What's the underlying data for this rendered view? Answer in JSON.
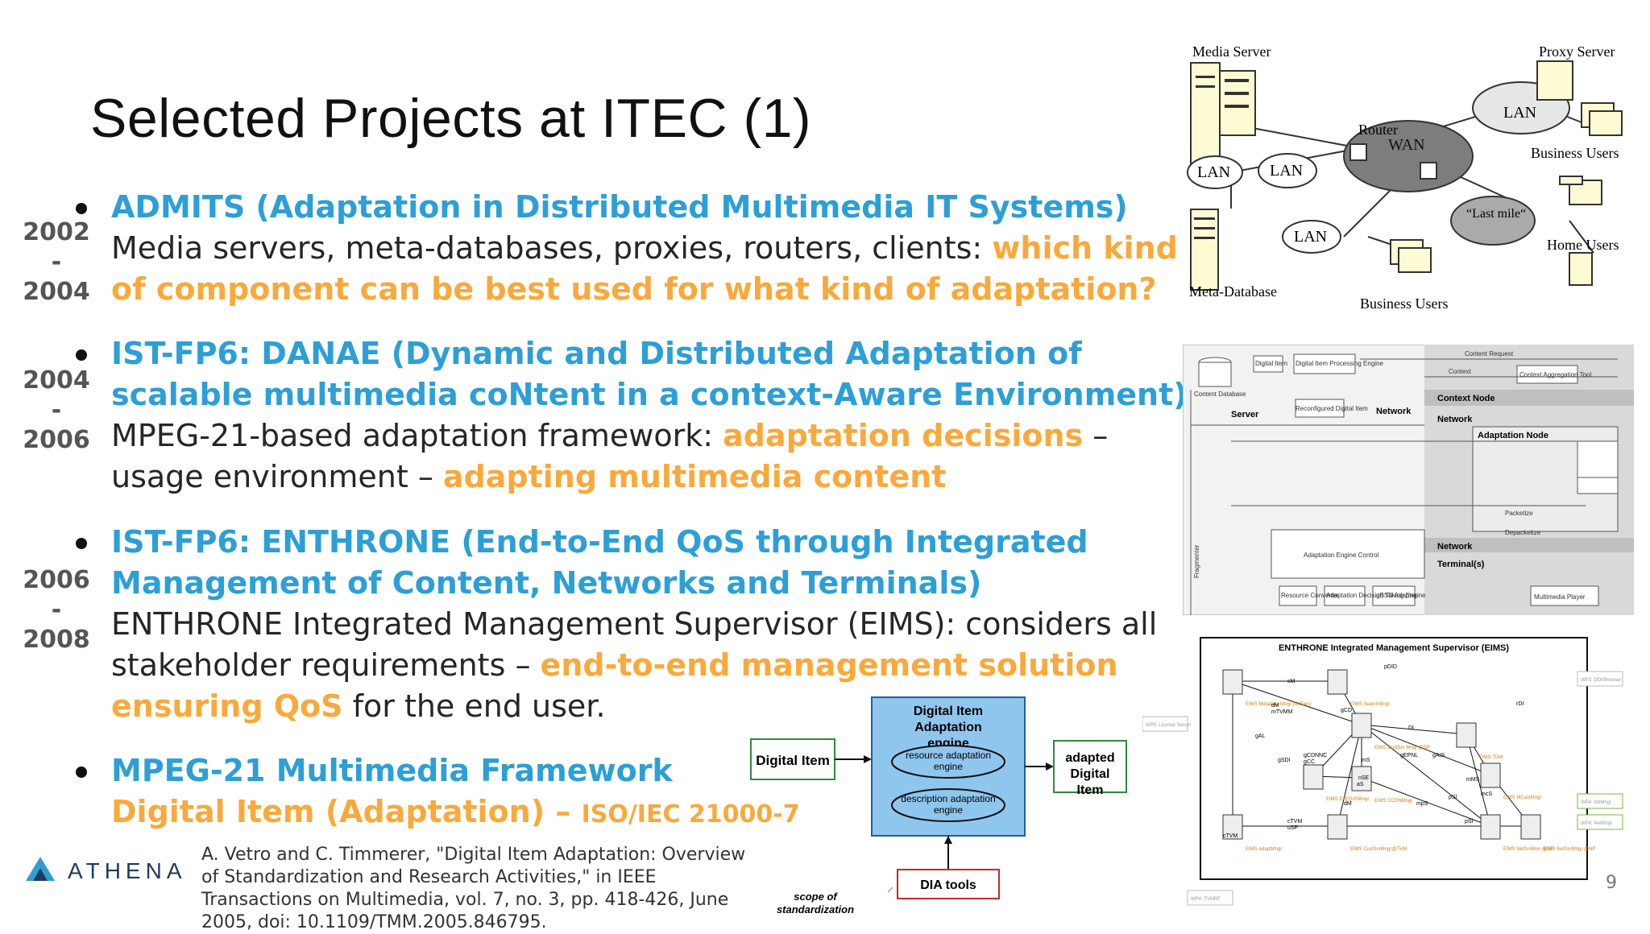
{
  "slide": {
    "title": "Selected Projects at ITEC (1)",
    "page_number": "9"
  },
  "projects": [
    {
      "years": [
        "2002",
        "-",
        "2004"
      ],
      "lines": [
        [
          {
            "t": "ADMITS (Adaptation in Distributed Multimedia IT Systems)",
            "c": "blue"
          }
        ],
        [
          {
            "t": "Media servers, meta-databases, proxies, routers, clients: ",
            "c": "dark"
          },
          {
            "t": "which kind",
            "c": "orange"
          }
        ],
        [
          {
            "t": "of component can be best used for what kind of adaptation?",
            "c": "orange"
          }
        ]
      ]
    },
    {
      "years": [
        "2004",
        "-",
        "2006"
      ],
      "lines": [
        [
          {
            "t": "IST-FP6: DANAE (Dynamic and Distributed Adaptation of",
            "c": "blue"
          }
        ],
        [
          {
            "t": "scalable multimedia coNtent in a context-Aware Environment)",
            "c": "blue"
          }
        ],
        [
          {
            "t": "MPEG-21-based adaptation framework: ",
            "c": "dark"
          },
          {
            "t": "adaptation decisions",
            "c": "orange"
          },
          {
            "t": " –",
            "c": "dark"
          }
        ],
        [
          {
            "t": "usage environment – ",
            "c": "dark"
          },
          {
            "t": "adapting multimedia content",
            "c": "orange"
          }
        ]
      ]
    },
    {
      "years": [
        "2006",
        "-",
        "2008"
      ],
      "lines": [
        [
          {
            "t": "IST-FP6: ENTHRONE (End-to-End QoS through Integrated",
            "c": "blue"
          }
        ],
        [
          {
            "t": "Management of Content, Networks and Terminals)",
            "c": "blue"
          }
        ],
        [
          {
            "t": "ENTHRONE Integrated Management Supervisor (EIMS): considers all",
            "c": "dark"
          }
        ],
        [
          {
            "t": "stakeholder requirements –  ",
            "c": "dark"
          },
          {
            "t": "end-to-end management solution",
            "c": "orange"
          }
        ],
        [
          {
            "t": "ensuring QoS",
            "c": "orange"
          },
          {
            "t": " for the end user.",
            "c": "dark"
          }
        ]
      ]
    },
    {
      "years": [],
      "lines": [
        [
          {
            "t": "MPEG-21 Multimedia Framework",
            "c": "blue"
          }
        ],
        [
          {
            "t": "Digital Item (Adaptation) – ",
            "c": "orange"
          },
          {
            "t": "ISO/IEC 21000-7",
            "c": "orange small-orange"
          }
        ]
      ]
    }
  ],
  "logo": {
    "text": "ATHENA",
    "color": "#1f3a5f",
    "accent": "#2c9fd7"
  },
  "citation": "A. Vetro and C. Timmerer, \"Digital Item Adaptation: Overview of Standardization and Research Activities,\" in IEEE Transactions on Multimedia, vol. 7, no. 3, pp. 418-426, June 2005, doi: 10.1109/TMM.2005.846795.",
  "network_figure": {
    "media_server": "Media Server",
    "proxy_server": "Proxy Server",
    "router": "Router",
    "wan": "WAN",
    "lan": "LAN",
    "last_mile": "“Last mile“",
    "business_users": "Business Users",
    "home_users": "Home Users",
    "meta_database": "Meta-Database"
  },
  "danae_figure": {
    "content_request": "Content Request",
    "context": "Context",
    "context_aggregation_tool": "Context Aggregation Tool",
    "context_node": "Context Node",
    "network": "Network",
    "adaptation_node": "Adaptation Node",
    "server": "Server",
    "content_database": "Content Database",
    "digital_item": "Digital Item",
    "di_processing_engine": "Digital Item Processing Engine",
    "reconfigured_di": "Reconfigured Digital Item",
    "adaptation_engine_control": "Adaptation Engine Control",
    "adaptation_decision_engine": "Adaptation Decision Taking Engine",
    "gbsd_adapter": "gBSD Adapter",
    "resource_converter": "Resource Converter",
    "terminals": "Terminal(s)",
    "multimedia_player": "Multimedia Player",
    "packetize": "Packetize",
    "depacketize": "Depacketize",
    "fragmenter": "Fragmenter"
  },
  "eims_figure": {
    "title": "ENTHRONE Integrated Management Supervisor (EIMS)",
    "labels": [
      "EIMS Metadata Mngr (MdDec)",
      "EIMS SearchMngr",
      "EIMS CustSrv Mngr @SP",
      "EIMS TDM",
      "EIMS MCastMngr",
      "EIMS E2EQoSMngr",
      "EIMS CCDNMngr",
      "EIMS AdaptMngr",
      "EIMS CustSrvMngr@TVM",
      "EIMS NetSrvMon @SP",
      "EIMS NetSrvMngr @NP"
    ],
    "external": [
      "WP5: License Server",
      "WP3: DDI/Browser",
      "WP4: ANMngr",
      "WP4: NetMngr",
      "WP4: TVMRF"
    ],
    "edge_labels": [
      "pDID",
      "sM",
      "dM",
      "mTVMM",
      "gCD",
      "gAL",
      "DI",
      "rDI",
      "gSDI",
      "gCDNNC",
      "gCC",
      "mS",
      "nSE",
      "aS",
      "gEPNL",
      "gAIS",
      "dM",
      "pSl",
      "mMS",
      "mcS",
      "mpS",
      "pSl",
      "cTVM",
      "uSP",
      "cTVM"
    ]
  },
  "dia_figure": {
    "digital_item": "Digital Item",
    "engine_title": "Digital Item Adaptation engine",
    "resource_engine": "resource adaptation engine",
    "description_engine": "description adaptation engine",
    "adapted": "adapted Digital Item",
    "dia_tools": "DIA tools",
    "scope": "scope of standardization"
  }
}
